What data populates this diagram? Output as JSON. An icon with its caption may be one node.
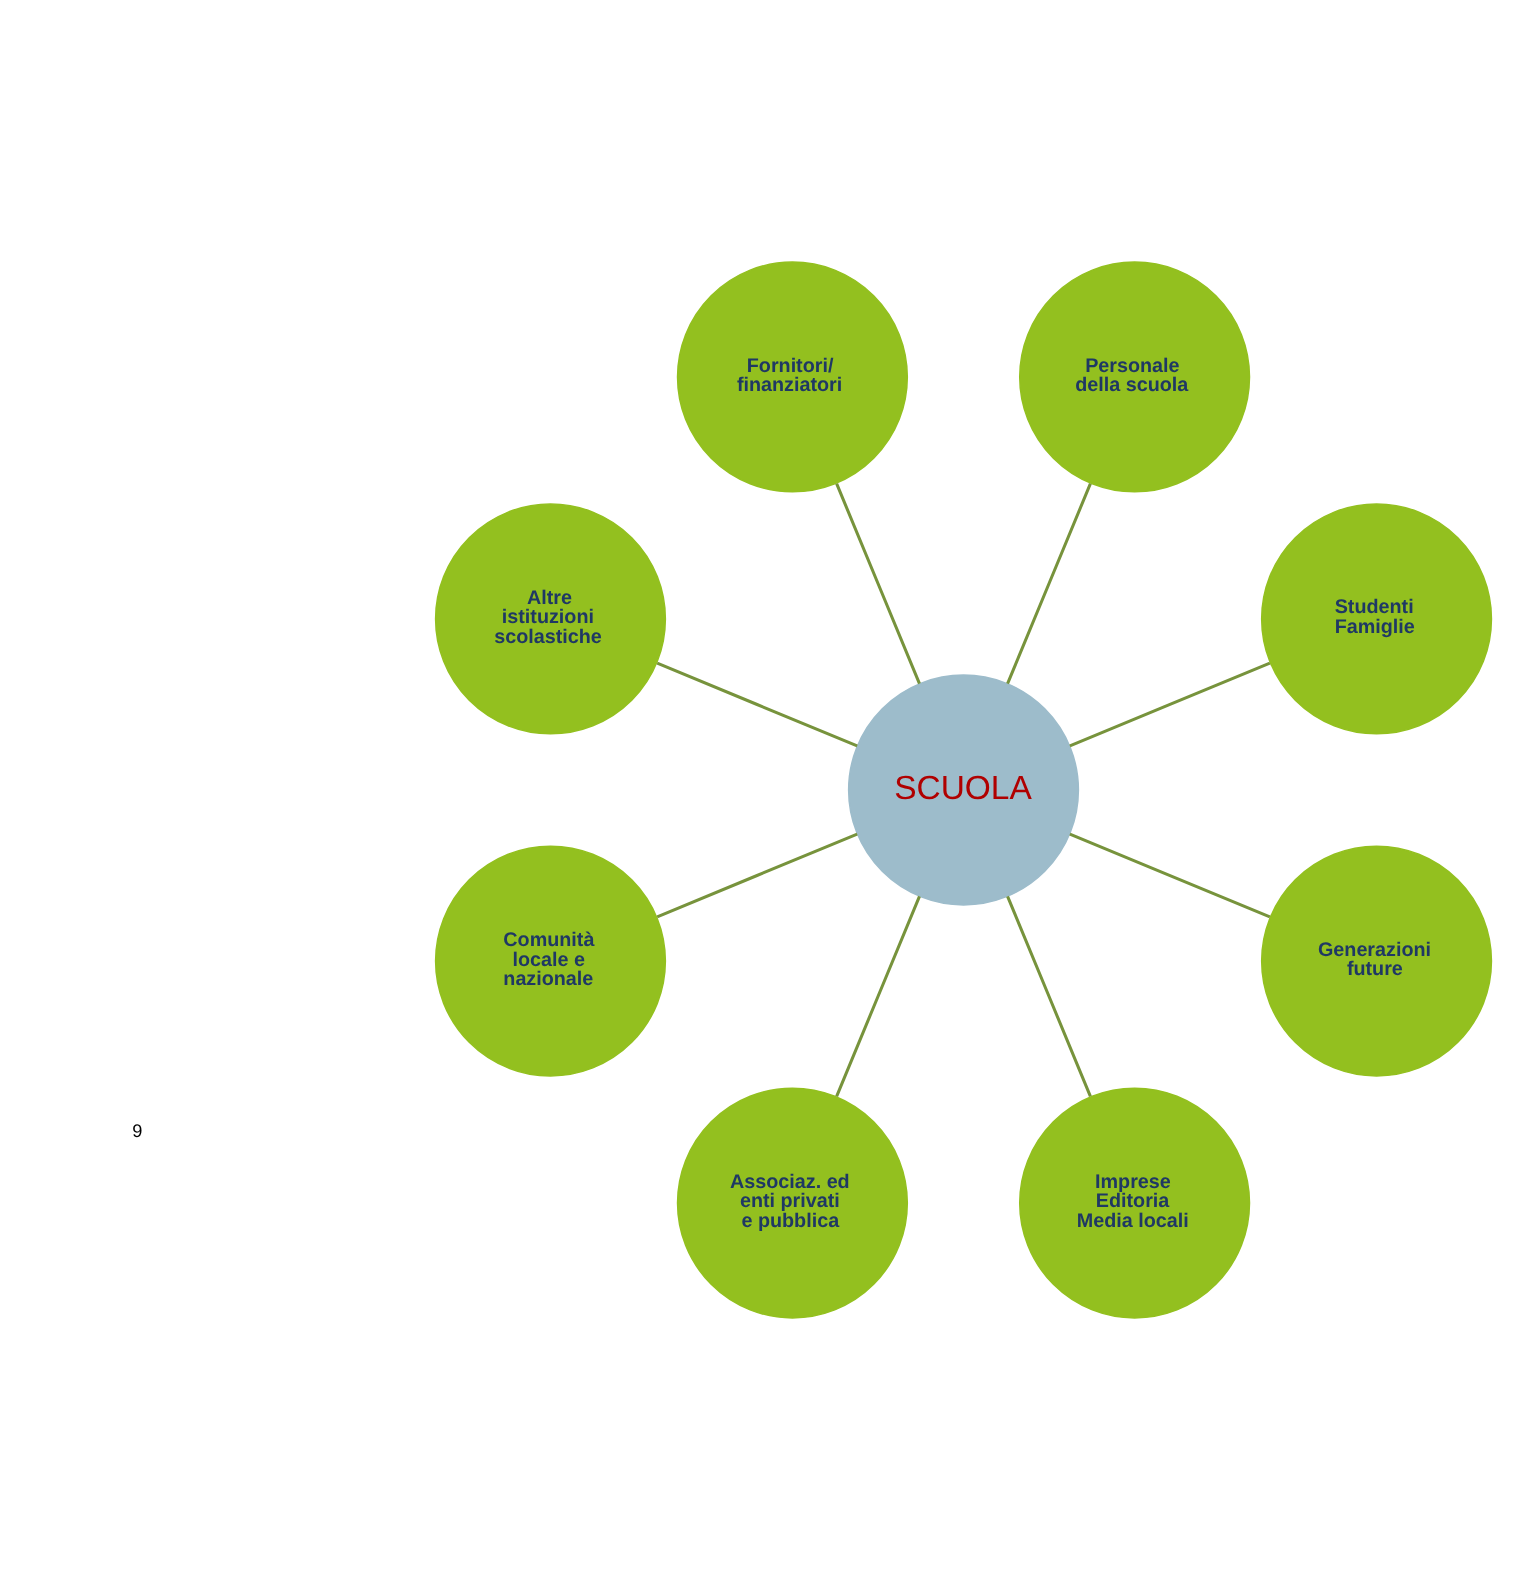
{
  "diagram": {
    "nodes": [
      {
        "text": [
          "SCUOLA"
        ]
      },
      {
        "text": [
          "Studenti Famiglie"
        ]
      },
      {
        "text": [
          "Personale della scuola"
        ]
      },
      {
        "text": [
          "Fornitori/ finanziatori"
        ]
      },
      {
        "text": [
          "Altre istituzioni scolastiche"
        ]
      },
      {
        "text": [
          "Comunità locale e nazionale"
        ]
      },
      {
        "text": [
          "Associaz. ed enti privati e pubblica"
        ]
      },
      {
        "text": [
          "Imprese Editoria Media locali"
        ]
      },
      {
        "text": [
          "Generazioni future"
        ]
      }
    ],
    "edges": [
      {
        "from": 0,
        "to": 1,
        "arrow": "none"
      },
      {
        "from": 0,
        "to": 2,
        "arrow": "none"
      },
      {
        "from": 0,
        "to": 3,
        "arrow": "none"
      },
      {
        "from": 0,
        "to": 4,
        "arrow": "none"
      },
      {
        "from": 0,
        "to": 5,
        "arrow": "none"
      },
      {
        "from": 0,
        "to": 6,
        "arrow": "none"
      },
      {
        "from": 0,
        "to": 7,
        "arrow": "none"
      },
      {
        "from": 0,
        "to": 8,
        "arrow": "none"
      }
    ],
    "labels": [
      "9"
    ]
  }
}
